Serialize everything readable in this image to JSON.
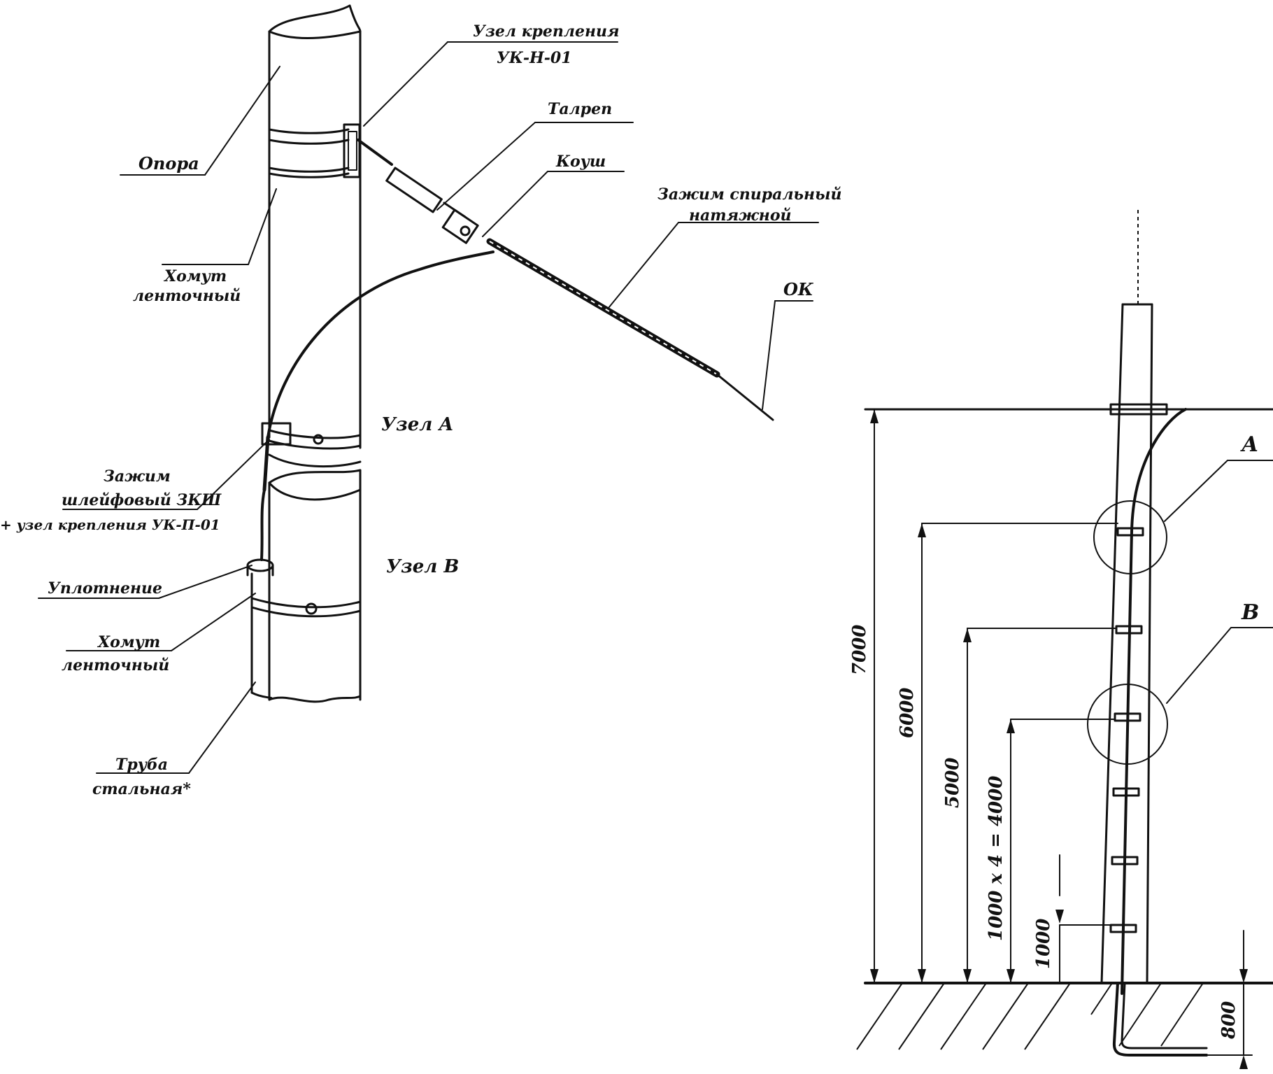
{
  "labels": {
    "support": "Опора",
    "mount_node_line1": "Узел крепления",
    "mount_node_line2": "УК-Н-01",
    "turnbuckle": "Талреп",
    "thimble": "Коуш",
    "tension_clamp_line1": "Зажим спиральный",
    "tension_clamp_line2": "натяжной",
    "cable": "ОК",
    "band_clamp1_line1": "Хомут",
    "band_clamp1_line2": "ленточный",
    "node_a": "Узел А",
    "loop_clamp_line1": "Зажим",
    "loop_clamp_line2": "шлейфовый ЗКШ",
    "loop_clamp_line3": "+ узел крепления УК-П-01",
    "node_b": "Узел В",
    "seal": "Уплотнение",
    "band_clamp2_line1": "Хомут",
    "band_clamp2_line2": "ленточный",
    "pipe_line1": "Труба",
    "pipe_line2": "стальная*"
  },
  "dimensions": {
    "d7000": "7000",
    "d6000": "6000",
    "d5000": "5000",
    "d4000": "1000 x 4 = 4000",
    "d1000": "1000",
    "d800": "800",
    "callout_a": "А",
    "callout_b": "В"
  }
}
